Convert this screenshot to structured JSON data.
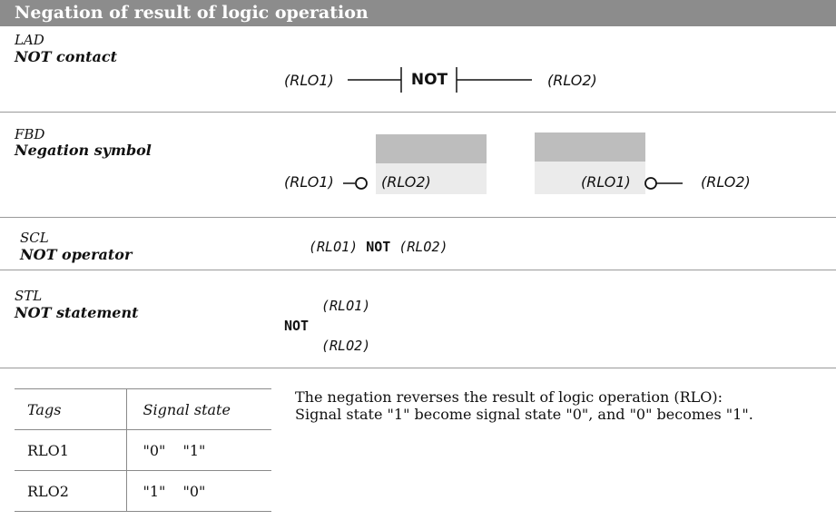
{
  "header": {
    "title": "Negation of result of logic operation"
  },
  "lad": {
    "kind": "LAD",
    "title": "NOT contact",
    "input": "(RLO1)",
    "contact_label": "NOT",
    "output": "(RLO2)"
  },
  "fbd": {
    "kind": "FBD",
    "title": "Negation symbol",
    "left_input": "(RLO1)",
    "left_output": "(RLO2)",
    "right_input": "(RLO1)",
    "right_output": "(RLO2)"
  },
  "scl": {
    "kind": "SCL",
    "title": "NOT operator",
    "operand1": "(RLO1)",
    "operator": "NOT",
    "operand2": "(RLO2)"
  },
  "stl": {
    "kind": "STL",
    "title": "NOT statement",
    "line1": "(RLO1)",
    "line2": "NOT",
    "line3": "(RLO2)"
  },
  "table": {
    "headers": [
      "Tags",
      "Signal state"
    ],
    "rows": [
      {
        "tag": "RLO1",
        "values": [
          "\"0\"",
          "\"1\""
        ]
      },
      {
        "tag": "RLO2",
        "values": [
          "\"1\"",
          "\"0\""
        ]
      }
    ]
  },
  "description": {
    "line1": "The negation reverses the result of logic operation (RLO):",
    "line2": "Signal state \"1\" become signal state \"0\", and \"0\" becomes \"1\"."
  }
}
